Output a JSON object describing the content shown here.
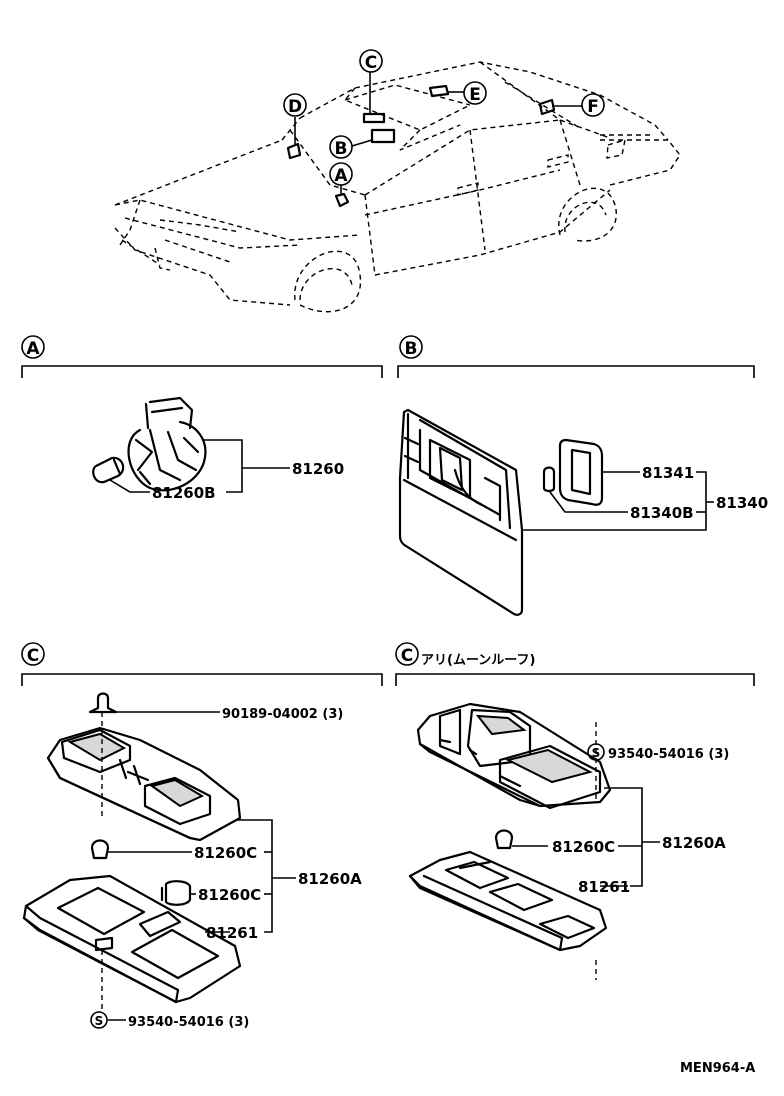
{
  "car_callouts": [
    "C",
    "D",
    "E",
    "B",
    "F",
    "A"
  ],
  "sections": {
    "a": {
      "letter": "A"
    },
    "b": {
      "letter": "B"
    },
    "c1": {
      "letter": "C"
    },
    "c2": {
      "letter": "C",
      "suffix": "アリ(ムーンルーフ)"
    }
  },
  "parts_a": {
    "p1": "81260",
    "p2": "81260B"
  },
  "parts_b": {
    "p1": "81341",
    "p2": "81340B",
    "p3": "81340"
  },
  "parts_c1": {
    "p1": "90189-04002 (3)",
    "p2": "81260C",
    "p3": "81260C",
    "p4": "81260A",
    "p5": "81261",
    "p6": "93540-54016 (3)"
  },
  "parts_c2": {
    "p1": "93540-54016 (3)",
    "p2": "81260C",
    "p3": "81260A",
    "p4": "81261"
  },
  "s_marker": "S",
  "code": "MEN964-A"
}
